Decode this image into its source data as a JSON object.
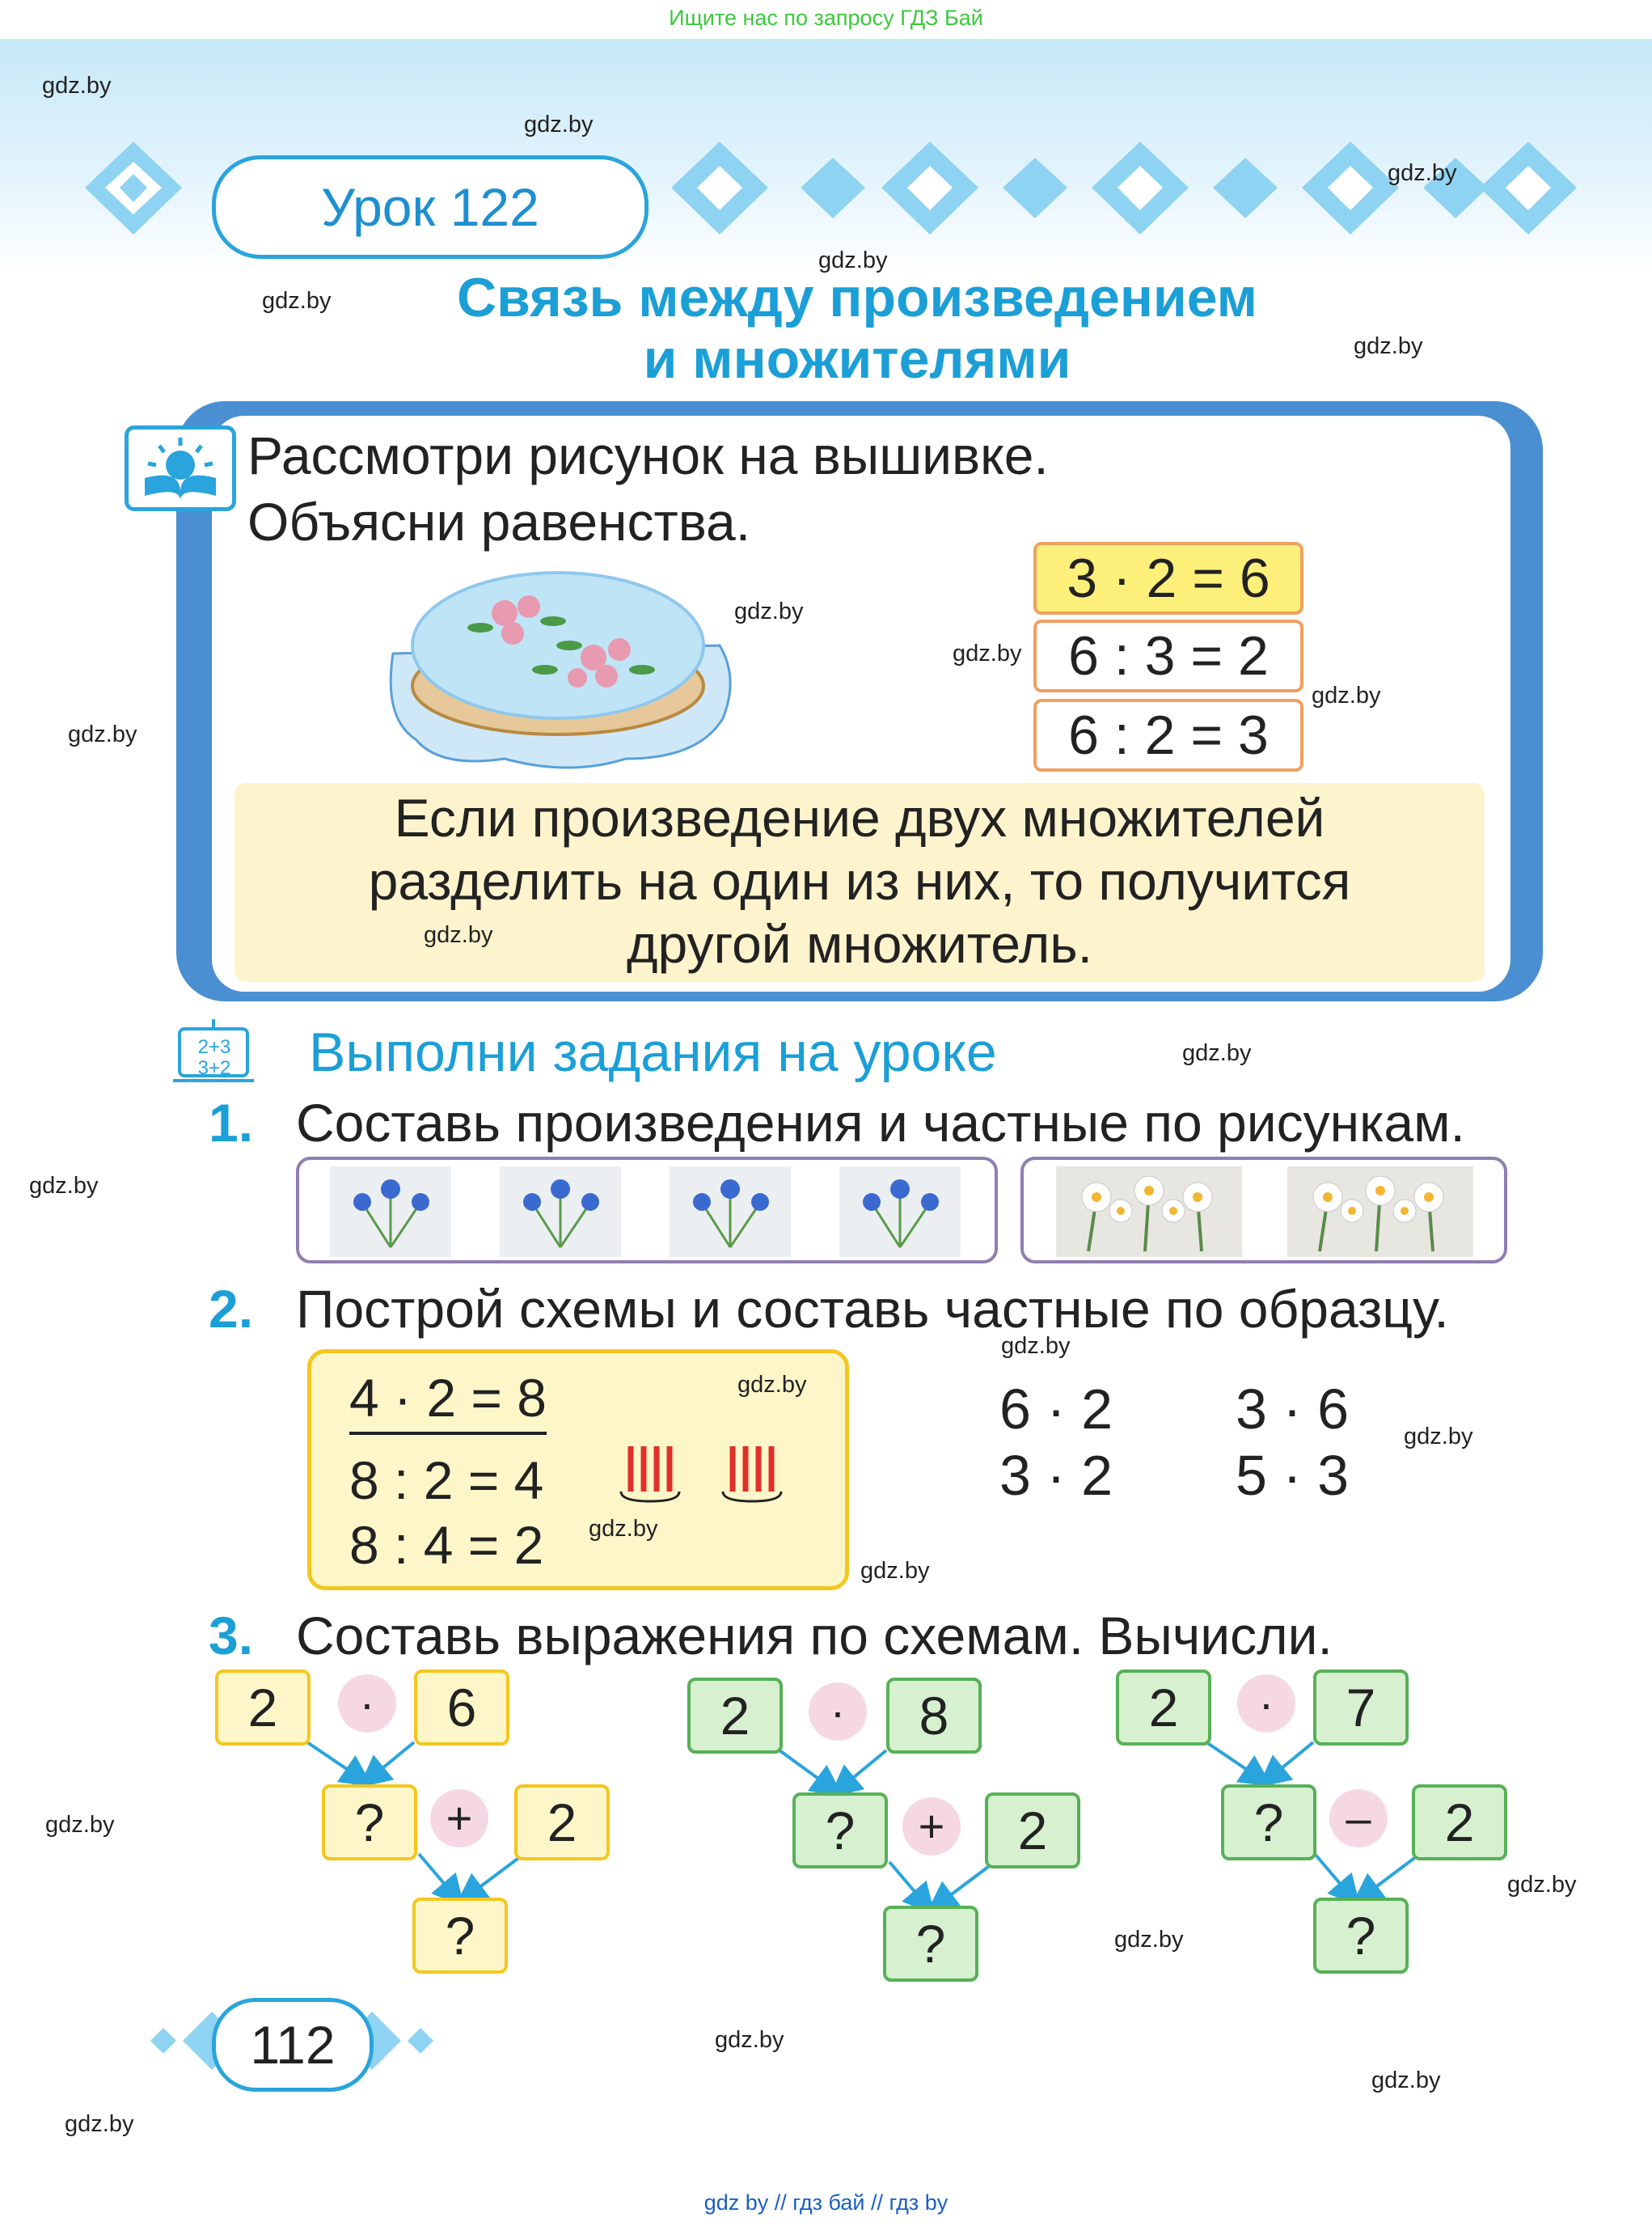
{
  "top_banner": "Ищите нас по запросу ГДЗ Бай",
  "watermark": "gdz.by",
  "lesson": "Урок 122",
  "title_line1": "Связь между произведением",
  "title_line2": "и множителями",
  "instruction_line1": "Рассмотри рисунок на вышивке.",
  "instruction_line2": "Объясни равенства.",
  "equations": [
    "3 · 2 = 6",
    "6 : 3 = 2",
    "6 : 2 = 3"
  ],
  "rule_lines": [
    "Если произведение двух множителей",
    "разделить на один из них, то получится",
    "другой множитель."
  ],
  "section_title": "Выполни задания на уроке",
  "calc_icon_lines": [
    "2+3",
    "3+2"
  ],
  "task1": {
    "num": "1.",
    "text": "Составь произведения и частные по рисункам."
  },
  "task2": {
    "num": "2.",
    "text": "Построй схемы и составь частные по образцу.",
    "example": [
      "4 · 2 = 8",
      "8 : 2 = 4",
      "8 : 4 = 2"
    ],
    "exercises": [
      "6 · 2",
      "3 · 6",
      "3 · 2",
      "5 · 3"
    ]
  },
  "task3": {
    "num": "3.",
    "text": "Составь выражения по схемам. Вычисли.",
    "schemes": [
      {
        "a": "2",
        "op1": "·",
        "b": "6",
        "q": "?",
        "op2": "+",
        "c": "2",
        "result": "?"
      },
      {
        "a": "2",
        "op1": "·",
        "b": "8",
        "q": "?",
        "op2": "+",
        "c": "2",
        "result": "?"
      },
      {
        "a": "2",
        "op1": "·",
        "b": "7",
        "q": "?",
        "op2": "–",
        "c": "2",
        "result": "?"
      }
    ]
  },
  "page_number": "112",
  "footer": "gdz by  //  гдз бай  //  гдз by",
  "icons": {
    "book": "open-book-sun-icon",
    "hoop": "embroidery-hoop-image",
    "cornflower": "cornflower-image",
    "daisy": "daisy-image"
  },
  "colors": {
    "accent_blue": "#1b9fd6",
    "frame_blue": "#4a8fd2",
    "yellow_box": "#fdf6c8",
    "green_box": "#d6f0d0",
    "highlight_eq": "#fdf07a"
  }
}
